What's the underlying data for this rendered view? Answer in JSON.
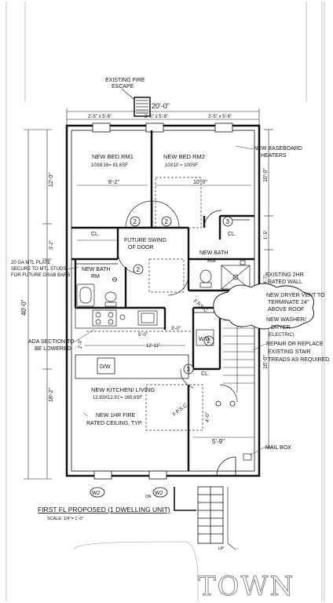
{
  "labels": {
    "fire_escape_line1": "EXISTING FIRE",
    "fire_escape_line2": "ESCAPE",
    "dim_top": "20'-0\"",
    "win_left": "2'-5\" x 5'-6\"",
    "win_mid": "2'-5\" x 5'-6\"",
    "win_right": "2'-5\" x 5'-6\"",
    "baseboard_line1": "NEW BASEBOARD",
    "baseboard_line2": "HEATERS",
    "bed1_name": "NEW BED RM1",
    "bed1_area": "10X8.16= 81.6SF",
    "bed1_dim": "8'-2\"",
    "bed2_name": "NEW BED RM2",
    "bed2_area": "10X10 = 100SF",
    "bed2_dim": "10'-0\"",
    "closet": "CL.",
    "future_swing_line1": "FUTURE SWING",
    "future_swing_line2": "OF DOOR",
    "bath_new": "NEW BATH",
    "bath_rm": "RM",
    "grab_line1": "20 GA MTL PLATE",
    "grab_line2": "SECURE TO MTL STUDS",
    "grab_line3": "FOR FUTURE GRAB BARS",
    "rated_wall_line1": "EXISTING 2HR",
    "rated_wall_line2": "RATED WALL",
    "dryer_vent_line1": "NEW DRYER VENT TO",
    "dryer_vent_line2": "TERMINATE 24\"",
    "dryer_vent_line3": "ABOVE ROOF",
    "washer_line1": "NEW WASHER/",
    "washer_line2": "DRYER",
    "washer_line3": "(ELECTRIC)",
    "stair_line1": "REPAIR OR REPLACE",
    "stair_line2": "EXISTING STAIR",
    "stair_line3": "TREADS AS REQUIRED.",
    "fpsc": "F.P.S.C.",
    "wd": "W/D",
    "ada_line1": "ADA SECTION TO",
    "ada_line2": "BE LOWERED",
    "dim_5_0": "5'-0\"",
    "dim_3_0": "3'-0\"",
    "dim_12_11": "12'-11\"",
    "dim_2_0": "2'-0\"",
    "dim_4_0": "4'-0\"",
    "dim_5_9": "5'-9\"",
    "dw": "D/W",
    "kitchen_name": "NEW KITCHEN/ LIVING",
    "kitchen_area": "12.83X12.91'= 165.6SF",
    "ceiling_line1": "NEW 1HR FIRE",
    "ceiling_line2": "RATED CEILING, TYP.",
    "mailbox": "MAIL BOX",
    "w2": "W2",
    "on": "ON",
    "up": "UP",
    "dim_left_40": "40'-0\"",
    "dim_left_12": "12'-0\"",
    "dim_left_3": "3'-2\"",
    "dim_left_18": "18'-2\"",
    "dim_right_10": "10'-0\"",
    "dim_right_1": "1'-5\"",
    "dim_right_4": "4'-7\"",
    "dim_right_16": "16'-0\"",
    "door_tag": "2",
    "closet_tag": "3",
    "plan_title": "FIRST FL PROPOSED (1 DWELLING UNIT)",
    "scale": "SCALE: 1/4\"= 1'-0\"",
    "watermark": "TOWN"
  }
}
